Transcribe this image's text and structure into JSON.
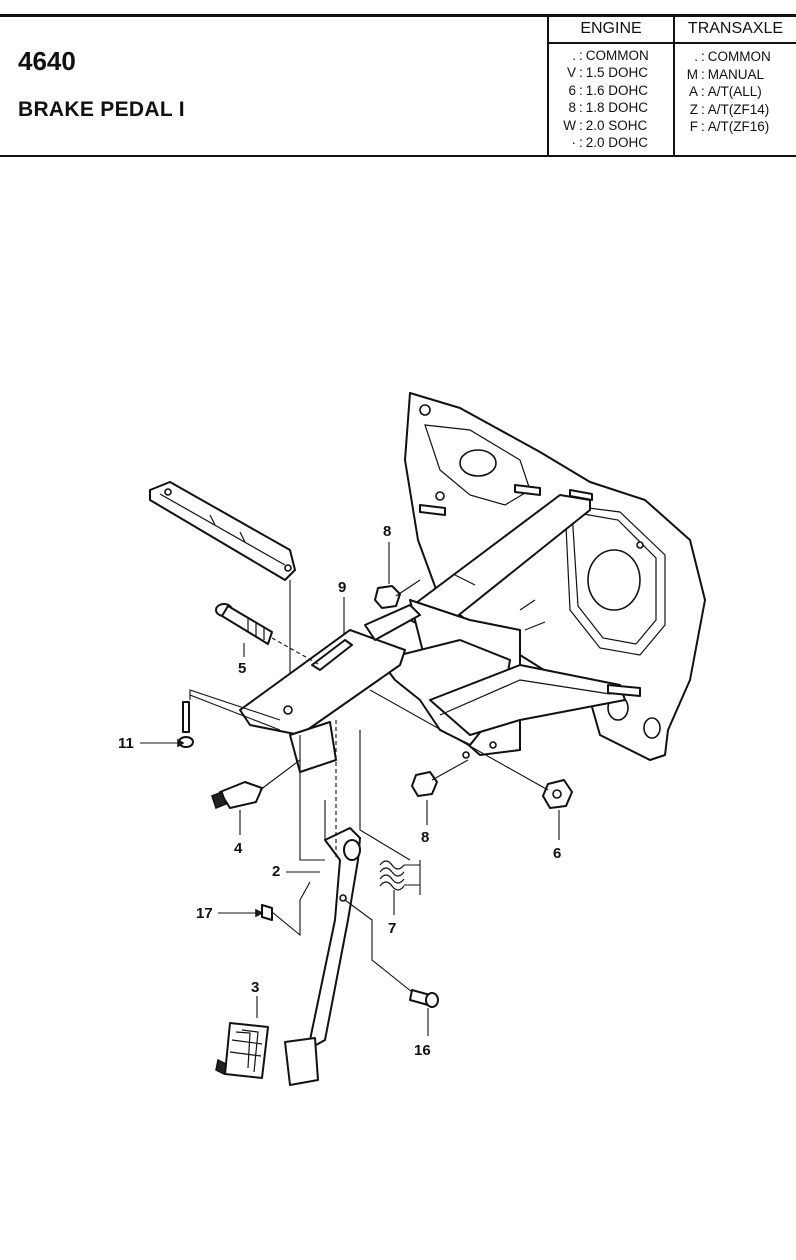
{
  "header": {
    "code": "4640",
    "title": "BRAKE PEDAL I",
    "engine_heading": "ENGINE",
    "transaxle_heading": "TRANSAXLE",
    "engine_options": [
      {
        "key": ".",
        "label": "COMMON"
      },
      {
        "key": "V",
        "label": "1.5 DOHC"
      },
      {
        "key": "6",
        "label": "1.6 DOHC"
      },
      {
        "key": "8",
        "label": "1.8 DOHC"
      },
      {
        "key": "W",
        "label": "2.0 SOHC"
      },
      {
        "key": "·",
        "label": "2.0 DOHC"
      }
    ],
    "transaxle_options": [
      {
        "key": ".",
        "label": "COMMON"
      },
      {
        "key": "M",
        "label": "MANUAL"
      },
      {
        "key": "A",
        "label": "A/T(ALL)"
      },
      {
        "key": "Z",
        "label": "A/T(ZF14)"
      },
      {
        "key": "F",
        "label": "A/T(ZF16)"
      }
    ]
  },
  "callouts": {
    "c2": "2",
    "c3": "3",
    "c4": "4",
    "c5": "5",
    "c6": "6",
    "c7": "7",
    "c8a": "8",
    "c8b": "8",
    "c9": "9",
    "c11": "11",
    "c16": "16",
    "c17": "17"
  }
}
